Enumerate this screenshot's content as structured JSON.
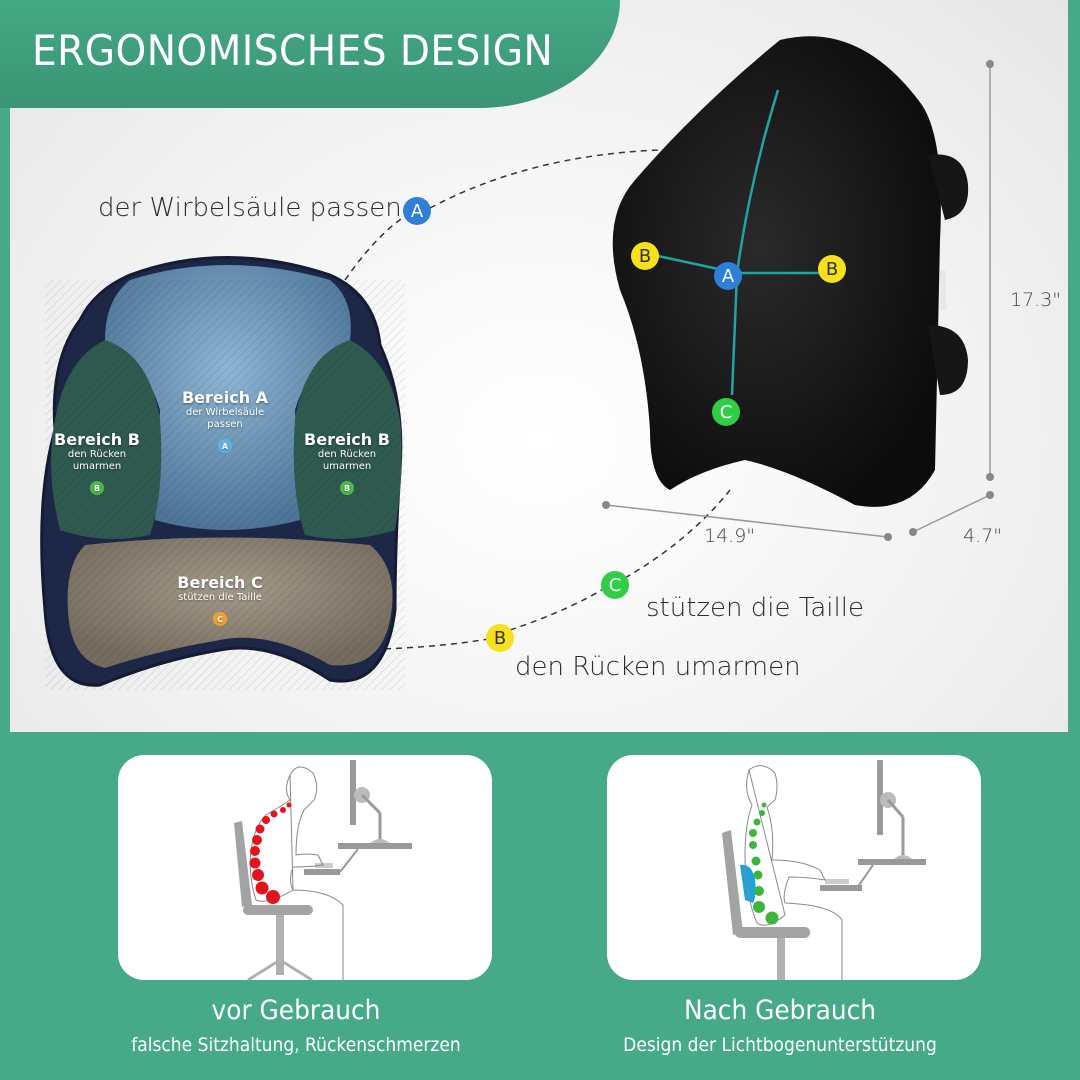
{
  "header": {
    "title": "ERGONOMISCHES DESIGN",
    "banner_color": "#3d9f7c"
  },
  "callouts": [
    {
      "id": "A",
      "text": "der Wirbelsäule passen",
      "badge_color": "#2f7fd8"
    },
    {
      "id": "C",
      "text": "stützen die Taille",
      "badge_color": "#2fcf45"
    },
    {
      "id": "B",
      "text": "den Rücken umarmen",
      "badge_color": "#f6e11a"
    }
  ],
  "zones": {
    "a": {
      "title": "Bereich A",
      "subtitle_1": "der Wirbelsäule",
      "subtitle_2": "passen",
      "badge": "A"
    },
    "b_left": {
      "title": "Bereich B",
      "subtitle_1": "den Rücken",
      "subtitle_2": "umarmen",
      "badge": "B"
    },
    "b_right": {
      "title": "Bereich B",
      "subtitle_1": "den Rücken",
      "subtitle_2": "umarmen",
      "badge": "B"
    },
    "c": {
      "title": "Bereich C",
      "subtitle_1": "stützen die Taille",
      "badge": "C"
    }
  },
  "product_badges": {
    "a": "A",
    "b_left": "B",
    "b_right": "B",
    "c": "C"
  },
  "dimensions": {
    "height": "17.3\"",
    "width": "14.9\"",
    "depth": "4.7\""
  },
  "comparison": {
    "before": {
      "title": "vor Gebrauch",
      "subtitle": "falsche Sitzhaltung, Rückenschmerzen",
      "spine_color": "#e3121b"
    },
    "after": {
      "title": "Nach Gebrauch",
      "subtitle": "Design der Lichtbogenunterstützung",
      "spine_color": "#3db53a",
      "cushion_color": "#1ba3dc"
    }
  },
  "colors": {
    "frame_green": "#46a987",
    "badge_blue": "#2f7fd8",
    "badge_yellow": "#f6e11a",
    "badge_green": "#2fcf45",
    "accent_teal": "#1fa6a0"
  }
}
